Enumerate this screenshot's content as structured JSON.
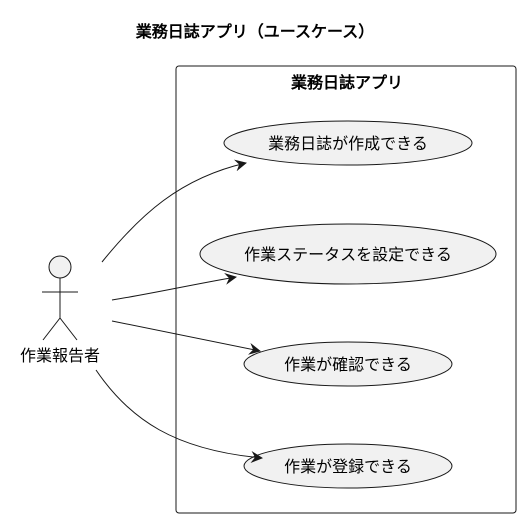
{
  "diagram": {
    "title": "業務日誌アプリ（ユースケース）",
    "system": {
      "name": "業務日誌アプリ"
    },
    "actor": {
      "name": "作業報告者"
    },
    "use_cases": [
      {
        "label": "業務日誌が作成できる"
      },
      {
        "label": "作業ステータスを設定できる"
      },
      {
        "label": "作業が確認できる"
      },
      {
        "label": "作業が登録できる"
      }
    ],
    "colors": {
      "usecase_fill": "#f1f1f1",
      "stroke": "#181818",
      "background": "#ffffff"
    }
  }
}
